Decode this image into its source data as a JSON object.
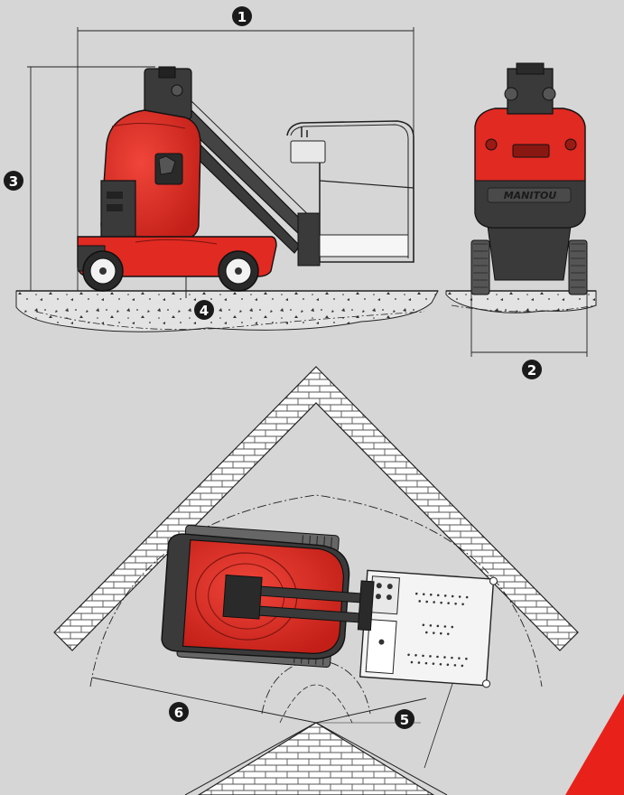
{
  "colors": {
    "background": "#d7d6d6",
    "body_red": "#e02a22",
    "body_red_dark": "#a81c17",
    "machine_dark": "#3a3a3a",
    "line": "#1a1a1a",
    "marker_fill": "#1a1a1a",
    "corner_accent": "#e8221b"
  },
  "brand_plate": "MANITOU",
  "dimension_markers": [
    {
      "id": "1",
      "label": "❶",
      "meaning": "overall length"
    },
    {
      "id": "2",
      "label": "❷",
      "meaning": "overall width"
    },
    {
      "id": "3",
      "label": "❸",
      "meaning": "stowed height"
    },
    {
      "id": "4",
      "label": "❹",
      "meaning": "ground clearance"
    },
    {
      "id": "5",
      "label": "❺",
      "meaning": "inner turning radius"
    },
    {
      "id": "6",
      "label": "❻",
      "meaning": "outer turning radius"
    }
  ],
  "views": [
    {
      "id": "side",
      "icon": "side-view-machine-icon"
    },
    {
      "id": "rear",
      "icon": "rear-view-machine-icon"
    },
    {
      "id": "top",
      "icon": "top-view-turning-icon"
    }
  ]
}
